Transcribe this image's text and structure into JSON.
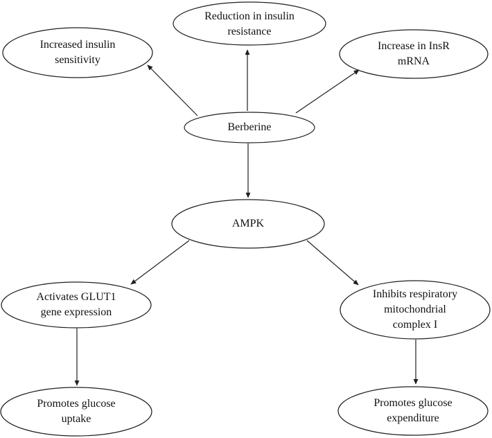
{
  "figure": {
    "type": "flow-diagram",
    "background": "#ffffff",
    "stroke_color": "#1f1f1f",
    "text_color": "#111111"
  },
  "nodes": {
    "reduction_insulin_resistance": {
      "label": "Reduction in insulin\nresistance"
    },
    "increased_insulin_sensitivity": {
      "label": "Increased insulin\nsensitivity"
    },
    "increase_insr_mrna": {
      "label": "Increase in InsR\nmRNA"
    },
    "berberine": {
      "label": "Berberine"
    },
    "ampk": {
      "label": "AMPK"
    },
    "activates_glut1": {
      "label": "Activates GLUT1\ngene expression"
    },
    "inhibits_complex1": {
      "label": "Inhibits respiratory\nmitochondrial\ncomplex I"
    },
    "promotes_uptake": {
      "label": "Promotes glucose\nuptake"
    },
    "promotes_expenditure": {
      "label": "Promotes glucose\nexpenditure"
    }
  },
  "edges": [
    {
      "from": "berberine",
      "to": "increased_insulin_sensitivity"
    },
    {
      "from": "berberine",
      "to": "reduction_insulin_resistance"
    },
    {
      "from": "berberine",
      "to": "increase_insr_mrna"
    },
    {
      "from": "berberine",
      "to": "ampk"
    },
    {
      "from": "ampk",
      "to": "activates_glut1"
    },
    {
      "from": "ampk",
      "to": "inhibits_complex1"
    },
    {
      "from": "activates_glut1",
      "to": "promotes_uptake"
    },
    {
      "from": "inhibits_complex1",
      "to": "promotes_expenditure"
    }
  ]
}
